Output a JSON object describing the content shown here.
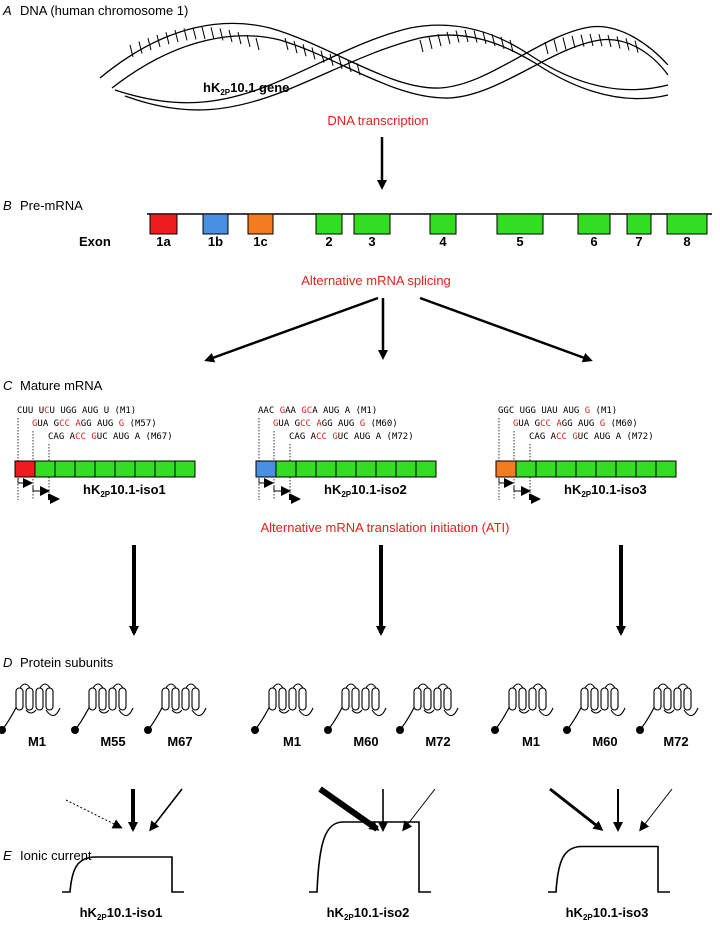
{
  "colors": {
    "red": "#e2231a",
    "exon1a": "#ee1c1c",
    "exon1b": "#4a90e2",
    "exon1c": "#f47c20",
    "exon_other": "#33dd22"
  },
  "panels": {
    "A": {
      "letter": "A",
      "title": "DNA (human chromosome 1)",
      "gene": "hK2P10.1 gene",
      "gene_parts": [
        "hK",
        "2P",
        "10.1 gene"
      ]
    },
    "B": {
      "letter": "B",
      "title": "Pre-mRNA",
      "exon_label": "Exon",
      "exons": [
        "1a",
        "1b",
        "1c",
        "2",
        "3",
        "4",
        "5",
        "6",
        "7",
        "8"
      ]
    },
    "C": {
      "letter": "C",
      "title": "Mature mRNA",
      "isoforms": [
        {
          "name": "hK2P10.1-iso1",
          "parts": [
            "hK",
            "2P",
            "10.1-iso1"
          ],
          "lines": [
            [
              [
                "CUU ",
                0
              ],
              [
                "U",
                0
              ],
              [
                "C",
                1
              ],
              [
                "U UGG AUG U (M1)",
                0
              ]
            ],
            [
              [
                "G",
                1
              ],
              [
                "UA G",
                0
              ],
              [
                "CC",
                1
              ],
              [
                " ",
                0
              ],
              [
                "A",
                1
              ],
              [
                "GG AUG ",
                0
              ],
              [
                "G",
                1
              ],
              [
                " (M57)",
                0
              ]
            ],
            [
              [
                "CAG A",
                0
              ],
              [
                "CC",
                1
              ],
              [
                " ",
                0
              ],
              [
                "G",
                1
              ],
              [
                "UC AUG A (M67)",
                0
              ]
            ]
          ]
        },
        {
          "name": "hK2P10.1-iso2",
          "parts": [
            "hK",
            "2P",
            "10.1-iso2"
          ],
          "lines": [
            [
              [
                "AAC ",
                0
              ],
              [
                "G",
                1
              ],
              [
                "AA ",
                0
              ],
              [
                "GC",
                1
              ],
              [
                "A AUG A (M1)",
                0
              ]
            ],
            [
              [
                "G",
                1
              ],
              [
                "UA G",
                0
              ],
              [
                "CC",
                1
              ],
              [
                " ",
                0
              ],
              [
                "A",
                1
              ],
              [
                "GG AUG ",
                0
              ],
              [
                "G",
                1
              ],
              [
                " (M60)",
                0
              ]
            ],
            [
              [
                "CAG A",
                0
              ],
              [
                "CC",
                1
              ],
              [
                " ",
                0
              ],
              [
                "G",
                1
              ],
              [
                "UC AUG A (M72)",
                0
              ]
            ]
          ]
        },
        {
          "name": "hK2P10.1-iso3",
          "parts": [
            "hK",
            "2P",
            "10.1-iso3"
          ],
          "lines": [
            [
              [
                "GGC UGG UAU AUG ",
                0
              ],
              [
                "G",
                1
              ],
              [
                " (M1)",
                0
              ]
            ],
            [
              [
                "G",
                1
              ],
              [
                "UA G",
                0
              ],
              [
                "CC",
                1
              ],
              [
                " ",
                0
              ],
              [
                "A",
                1
              ],
              [
                "GG AUG ",
                0
              ],
              [
                "G",
                1
              ],
              [
                " (M60)",
                0
              ]
            ],
            [
              [
                "CAG A",
                0
              ],
              [
                "CC",
                1
              ],
              [
                " ",
                0
              ],
              [
                "G",
                1
              ],
              [
                "UC AUG A (M72)",
                0
              ]
            ]
          ]
        }
      ]
    },
    "D": {
      "letter": "D",
      "title": "Protein subunits",
      "groups": [
        [
          "M1",
          "M55",
          "M67"
        ],
        [
          "M1",
          "M60",
          "M72"
        ],
        [
          "M1",
          "M60",
          "M72"
        ]
      ]
    },
    "E": {
      "letter": "E",
      "title": "Ionic current",
      "currents": [
        {
          "parts": [
            "hK",
            "2P",
            "10.1-iso1"
          ],
          "amplitude": 0.5
        },
        {
          "parts": [
            "hK",
            "2P",
            "10.1-iso2"
          ],
          "amplitude": 1.0
        },
        {
          "parts": [
            "hK",
            "2P",
            "10.1-iso3"
          ],
          "amplitude": 0.65
        }
      ]
    }
  },
  "steps": {
    "transcription": "DNA transcription",
    "splicing": "Alternative mRNA splicing",
    "translation": "Alternative mRNA translation initiation (ATI)"
  }
}
